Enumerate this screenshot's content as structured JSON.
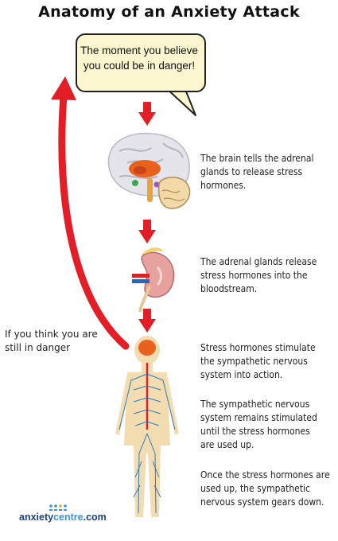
{
  "title": "Anatomy of an Anxiety Attack",
  "bubble": {
    "line1": "The moment you believe",
    "line2": "you could be in danger!"
  },
  "steps": [
    {
      "line1": "The brain tells the adrenal",
      "line2": "glands to release stress",
      "line3": "hormones."
    },
    {
      "line1": "The adrenal glands release",
      "line2": "stress hormones into the",
      "line3": "bloodstream."
    },
    {
      "line1": "Stress hormones stimulate",
      "line2": "the sympathetic nervous",
      "line3": "system into action."
    },
    {
      "line1": "The sympathetic nervous",
      "line2": "system remains stimulated",
      "line3": "until the stress hormones",
      "line4": "are used up."
    },
    {
      "line1": "Once the stress hormones are",
      "line2": "used up, the sympathetic",
      "line3": "nervous system gears down."
    }
  ],
  "loop": {
    "line1": "If you think you are",
    "line2": "still in danger"
  },
  "logo": {
    "part1": "anxiety",
    "part2": "centre",
    "part3": ".com"
  },
  "colors": {
    "arrow": "#e41e26",
    "bubble": "#fbf6cf",
    "nerve": "#2b7bbf",
    "body": "#f3ddb0"
  }
}
